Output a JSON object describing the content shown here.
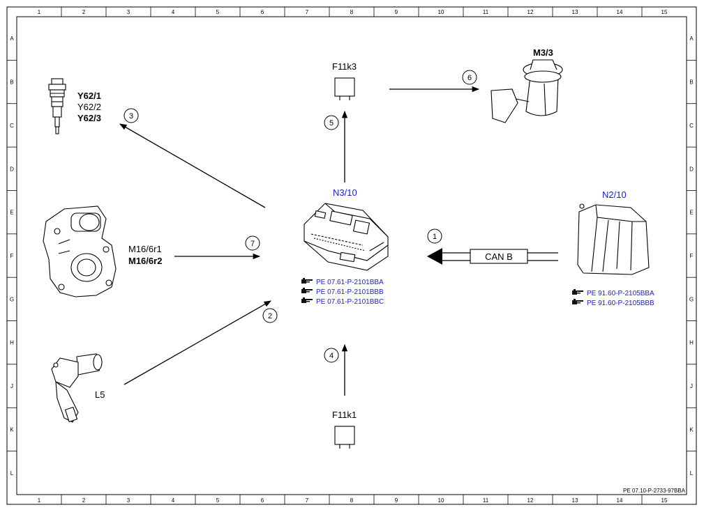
{
  "grid": {
    "cols": [
      "1",
      "2",
      "3",
      "4",
      "5",
      "6",
      "7",
      "8",
      "9",
      "10",
      "11",
      "12",
      "13",
      "14",
      "15"
    ],
    "rows": [
      "A",
      "B",
      "C",
      "D",
      "E",
      "F",
      "G",
      "H",
      "J",
      "K",
      "L"
    ]
  },
  "components": {
    "y62": [
      "Y62/1",
      "Y62/2",
      "Y62/3"
    ],
    "m16": [
      "M16/6r1",
      "M16/6r2"
    ],
    "l5": "L5",
    "n3_10": "N3/10",
    "n2_10": "N2/10",
    "f11k3": "F11k3",
    "f11k1": "F11k1",
    "m3_3": "M3/3"
  },
  "bus_label": "CAN B",
  "steps": [
    "1",
    "2",
    "3",
    "4",
    "5",
    "6",
    "7"
  ],
  "refs_n3_10": [
    "PE 07.61-P-2101BBA",
    "PE 07.61-P-2101BBB",
    "PE 07.61-P-2101BBC"
  ],
  "refs_n2_10": [
    "PE 91.60-P-2105BBA",
    "PE 91.60-P-2105BBB"
  ],
  "doc_id": "PE 07.10-P-2733-97BBA",
  "colors": {
    "link": "#1a1ad6",
    "line": "#000000"
  },
  "icons": [
    "injector-icon",
    "throttle-actuator-icon",
    "crank-sensor-icon",
    "control-unit-icon",
    "relay-icon",
    "fuel-pump-icon",
    "reference-hand-icon"
  ]
}
